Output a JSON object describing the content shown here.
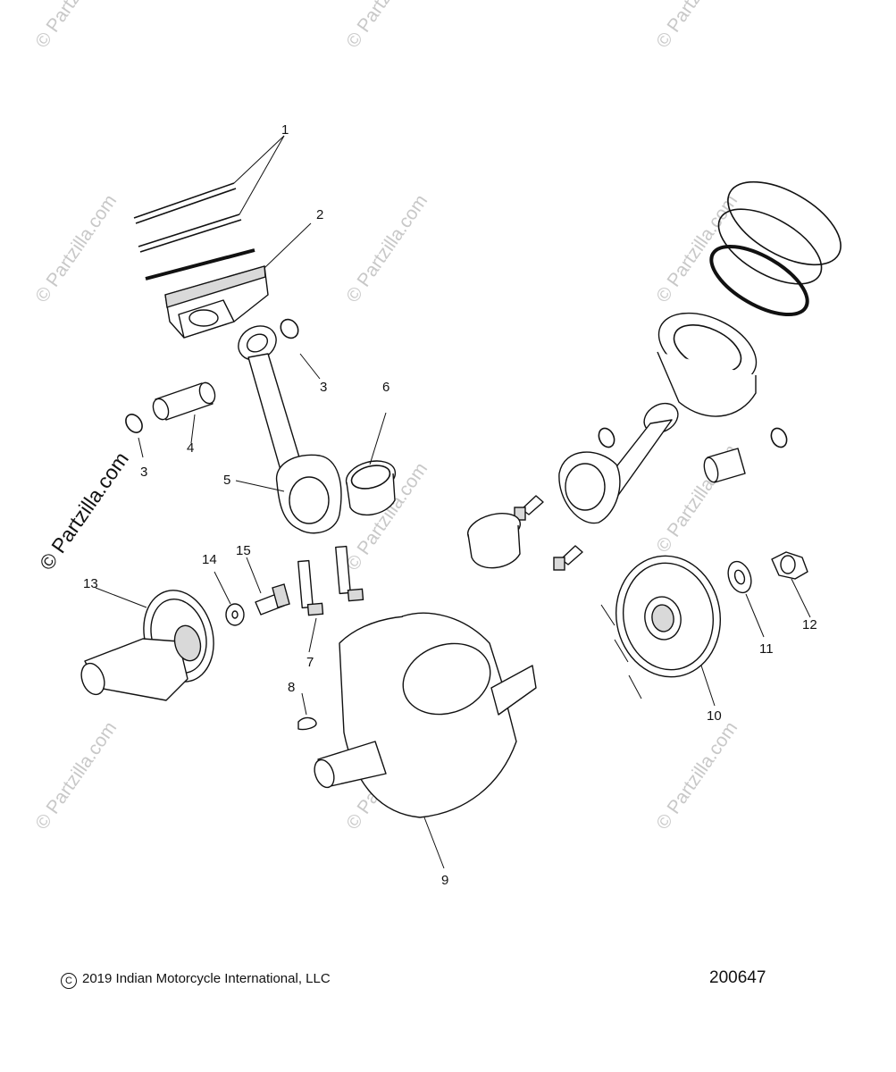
{
  "watermark": {
    "text": "© Partzilla.com",
    "color": "#c8c8c8"
  },
  "callouts": {
    "c1": "1",
    "c2": "2",
    "c3a": "3",
    "c3b": "3",
    "c4": "4",
    "c5": "5",
    "c6": "6",
    "c7": "7",
    "c8": "8",
    "c9": "9",
    "c10": "10",
    "c11": "11",
    "c12": "12",
    "c13": "13",
    "c14": "14",
    "c15": "15"
  },
  "footer": {
    "copyright_symbol": "C",
    "copyright": "2019 Indian Motorcycle International, LLC",
    "diagram_number": "200647"
  }
}
